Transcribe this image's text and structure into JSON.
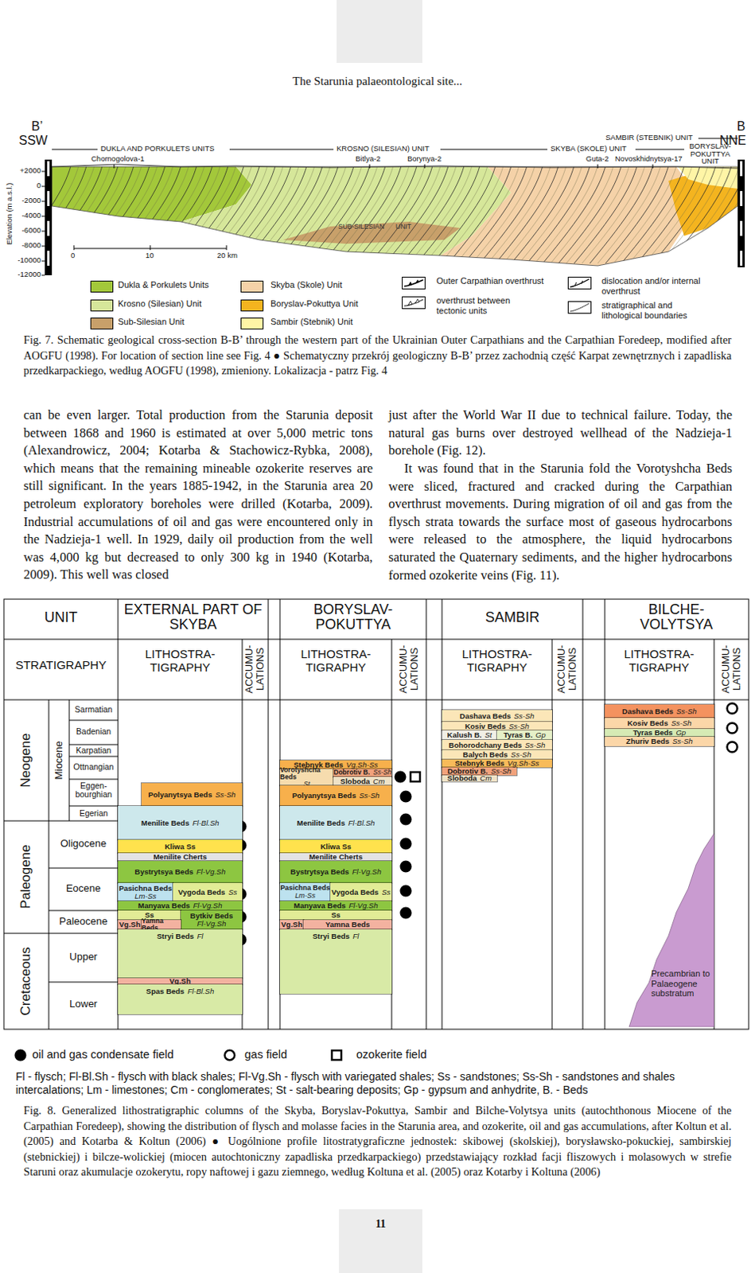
{
  "diagram": {
    "nodes": [
      {
        "text": [
          "Polyanytsya Beds",
          "Ss-Sh"
        ]
      },
      {
        "text": [
          "Menilite Beds",
          "Fl-Bl.Sh"
        ]
      },
      {
        "text": [
          "Kliwa Ss"
        ]
      },
      {
        "text": [
          "Menilite Cherts"
        ]
      },
      {
        "text": [
          "Bystrytsya Beds",
          "Fl-Vg.Sh"
        ]
      },
      {
        "text": [
          "Pasichna Beds",
          "Lm-Ss"
        ]
      },
      {
        "text": [
          "Vygoda Beds",
          "Ss"
        ]
      },
      {
        "text": [
          "Manyava Beds",
          "Fl-Vg.Sh"
        ]
      },
      {
        "text": [
          "Ss"
        ]
      },
      {
        "text": [
          "Bytkiv Beds",
          "Fl-Vg.Sh"
        ]
      },
      {
        "text": [
          "Vg.Sh"
        ]
      },
      {
        "text": [
          "Yamna Beds"
        ]
      },
      {
        "text": [
          "Stryi Beds",
          "Fl"
        ]
      },
      {
        "text": [
          "Vg.Sh"
        ]
      },
      {
        "text": [
          "Spas Beds",
          "Fl-Bl.Sh"
        ]
      },
      {
        "text": [
          "Stebnyk Beds",
          "Vg.Sh-Ss"
        ]
      },
      {
        "text": [
          "Vorotyshcha Beds",
          "St"
        ]
      },
      {
        "text": [
          "Dobrotiv B.",
          "Ss-Sh"
        ]
      },
      {
        "text": [
          "Sloboda",
          "Cm"
        ]
      },
      {
        "text": [
          "Polyanytsya Beds",
          "Ss-Sh"
        ]
      },
      {
        "text": [
          "Menilite Beds",
          "Fl-Bl.Sh"
        ]
      },
      {
        "text": [
          "Kliwa Ss"
        ]
      },
      {
        "text": [
          "Menilite Cherts"
        ]
      },
      {
        "text": [
          "Bystrytsya Beds",
          "Fl-Vg.Sh"
        ]
      },
      {
        "text": [
          "Pasichna Beds",
          "Lm-Ss"
        ]
      },
      {
        "text": [
          "Vygoda Beds",
          "Ss"
        ]
      },
      {
        "text": [
          "Manyava Beds",
          "Fl-Vg.Sh"
        ]
      },
      {
        "text": [
          "Ss"
        ]
      },
      {
        "text": [
          "Vg.Sh"
        ]
      },
      {
        "text": [
          "Yamna Beds"
        ]
      },
      {
        "text": [
          "Stryi Beds",
          "Fl"
        ]
      },
      {
        "text": [
          "Dashava Beds",
          "Ss-Sh"
        ]
      },
      {
        "text": [
          "Kosiv Beds",
          "Ss-Sh"
        ]
      },
      {
        "text": [
          "Kalush B.",
          "St"
        ]
      },
      {
        "text": [
          "Tyras B.",
          "Gp"
        ]
      },
      {
        "text": [
          "Bohorodchany Beds",
          "Ss-Sh"
        ]
      },
      {
        "text": [
          "Balych Beds",
          "Ss-Sh"
        ]
      },
      {
        "text": [
          "Stebnyk Beds",
          "Vg.Sh-Ss"
        ]
      },
      {
        "text": [
          "Dobrotiv B.",
          "Ss-Sh"
        ]
      },
      {
        "text": [
          "Sloboda",
          "Cm"
        ]
      },
      {
        "text": [
          "Dashava Beds",
          "Ss-Sh"
        ]
      },
      {
        "text": [
          "Kosiv Beds",
          "Ss-Sh"
        ]
      },
      {
        "text": [
          "Tyras Beds",
          "Gp"
        ]
      },
      {
        "text": [
          "Zhuriv Beds",
          "Ss-Sh"
        ]
      },
      {
        "text": [
          "Precambrian to Palaeogene substratum"
        ]
      }
    ],
    "labels": [
      "The Starunia palaeontological site...",
      "B’",
      "SSW",
      "B",
      "NNE",
      "DUKLA AND PORKULETS UNITS",
      "Chornogolova-1",
      "KROSNO (SILESIAN) UNIT",
      "Bitlya-2",
      "Borynya-2",
      "SKYBA (SKOLE) UNIT",
      "Guta-2",
      "Novoskhidnytsya-17",
      "SAMBIR (STEBNIK) UNIT",
      "BORYSLAV- POKUTTYA UNIT",
      "SUB-SILESIAN",
      "UNIT",
      "Elevation (m a.s.l.)",
      "+2000",
      "0",
      "-2000",
      "-4000",
      "-6000",
      "-8000",
      "-10000",
      "-12000",
      "0",
      "10",
      "20 km",
      "Fig. 7. Schematic geological cross-section B-B’ through the western part of the Ukrainian Outer Carpathians and the Carpathian Foredeep, modified after AOGFU (1998). For location of section line see Fig. 4 ● Schematyczny przekrój geologiczny B-B’ przez zachodnią część Karpat zewnętrznych i zapadliska przedkarpackiego, według AOGFU (1998), zmieniony. Lokalizacja - patrz Fig. 4",
      "can be even larger. Total production from the Starunia deposit between 1868 and 1960 is estimated at over 5,000 metric tons (Alexandrowicz, 2004; Kotarba & Stachowicz-Rybka, 2008), which means that the remaining mineable ozokerite reserves are still significant. In the years 1885-1942, in the Starunia area 20 petroleum exploratory boreholes were drilled (Kotarba, 2009). Industrial accumulations of oil and gas were encountered only in the Nadzieja-1 well. In 1929, daily oil production from the well was 4,000 kg but decreased to only 300 kg in 1940 (Kotarba, 2009). This well was closed",
      "just after the World War II due to technical failure. Today, the natural gas burns over destroyed wellhead of the Nadzieja-1 borehole (Fig. 12).",
      "It was found that in the Starunia fold the Vorotyshcha Beds were sliced, fractured and cracked during the Carpathian overthrust movements. During migration of oil and gas from the flysch strata towards the surface most of gaseous hydrocarbons were released to the atmosphere, the liquid hydrocarbons saturated the Quaternary sediments, and the higher hydrocarbons formed ozokerite veins (Fig. 11).",
      "UNIT",
      "EXTERNAL PART OF SKYBA",
      "BORYSLAV- POKUTTYA",
      "SAMBIR",
      "BILCHE- VOLYTSYA",
      "STRATIGRAPHY",
      "LITHOSTRA- TIGRAPHY",
      "LITHOSTRA- TIGRAPHY",
      "LITHOSTRA- TIGRAPHY",
      "LITHOSTRA- TIGRAPHY",
      "ACCUMU- LATIONS",
      "ACCUMU- LATIONS",
      "ACCUMU- LATIONS",
      "ACCUMU- LATIONS",
      "Neogene",
      "Miocene",
      "Paleogene",
      "Cretaceous",
      "Sarmatian",
      "Badenian",
      "Karpatian",
      "Ottnangian",
      "Eggen- bourghian",
      "Egerian",
      "Oligocene",
      "Eocene",
      "Paleocene",
      "Upper",
      "Lower",
      "Fl - flysch; Fl-Bl.Sh - flysch with black shales; Fl-Vg.Sh - flysch with variegated shales; Ss - sandstones; Ss-Sh - sandstones and shales intercalations; Lm - limestones; Cm - conglomerates; St - salt-bearing deposits; Gp - gypsum and anhydrite, B. - Beds",
      "Fig. 8. Generalized lithostratigraphic columns of the Skyba, Boryslav-Pokuttya, Sambir and Bilche-Volytsya units (autochthonous Miocene of the Carpathian Foredeep), showing the distribution of flysch and molasse facies in the Starunia area, and ozokerite, oil and gas accumulations, after Koltun et al. (2005) and Kotarba & Koltun (2006) ● Uogólnione profile litostratygraficzne jednostek: skibowej (skolskiej), borysławsko-pokuckiej, sambirskiej (stebnickiej) i bilcze-wolickiej (miocen autochtoniczny zapadliska przedkarpackiego) przedstawiający rozkład facji fliszowych i molasowych w strefie Staruni oraz akumulacje ozokerytu, ropy naftowej i gazu ziemnego, według Koltuna et al. (2005) oraz Kotarby i Koltuna (2006)",
      "11"
    ],
    "legend": [
      {
        "text": "Dukla & Porkulets Units",
        "color": "#a3c83a"
      },
      {
        "text": "Krosno (Silesian) Unit",
        "color": "#d6e79a"
      },
      {
        "text": "Sub-Silesian Unit",
        "color": "#c8a06a"
      },
      {
        "text": "Skyba (Skole) Unit",
        "color": "#f5d2a8"
      },
      {
        "text": "Boryslav-Pokuttya Unit",
        "color": "#f4b41f"
      },
      {
        "text": "Sambir (Stebnik) Unit",
        "color": "#fff5a6"
      },
      {
        "text": "Outer Carpathian overthrust"
      },
      {
        "text": "overthrust between tectonic units"
      },
      {
        "text": "dislocation and/or internal overthrust"
      },
      {
        "text": "stratigraphical and lithological boundaries"
      },
      {
        "text": "oil and gas condensate field"
      },
      {
        "text": "gas field"
      },
      {
        "text": "ozokerite field"
      }
    ]
  }
}
